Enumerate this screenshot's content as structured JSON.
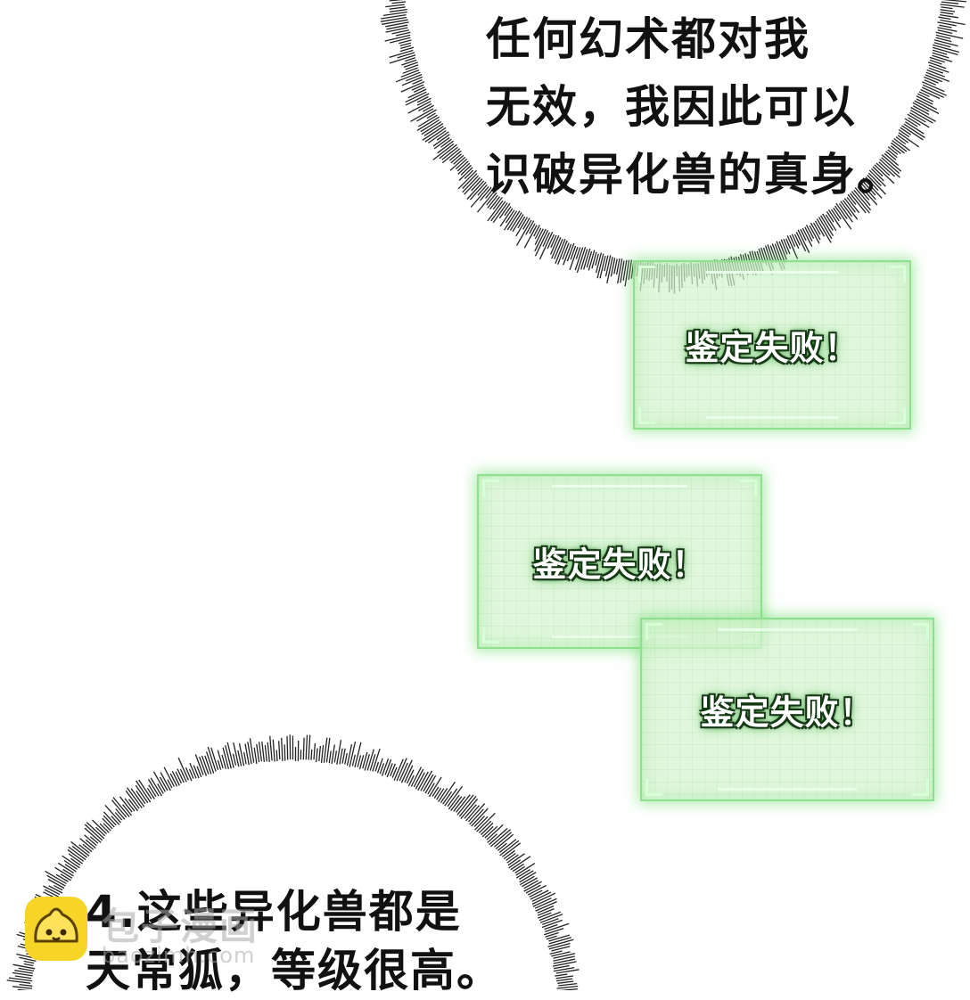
{
  "bubble_top": {
    "lines": [
      "任何幻术都对我",
      "无效，我因此可以",
      "识破异化兽的真身。"
    ]
  },
  "bubble_bottom": {
    "lines": [
      "4.这些异化兽都是",
      "天常狐，等级很高。"
    ]
  },
  "panels": [
    {
      "text": "鉴定失败！"
    },
    {
      "text": "鉴定失败！"
    },
    {
      "text": "鉴定失败！"
    }
  ],
  "watermark": {
    "chinese": "包子漫画",
    "url": "baozimh.com",
    "logo_icon": "steamed-bun-icon"
  },
  "colors": {
    "panel_glow": "#6edc6e",
    "panel_fill": "#d6f3d0",
    "text": "#111111"
  }
}
